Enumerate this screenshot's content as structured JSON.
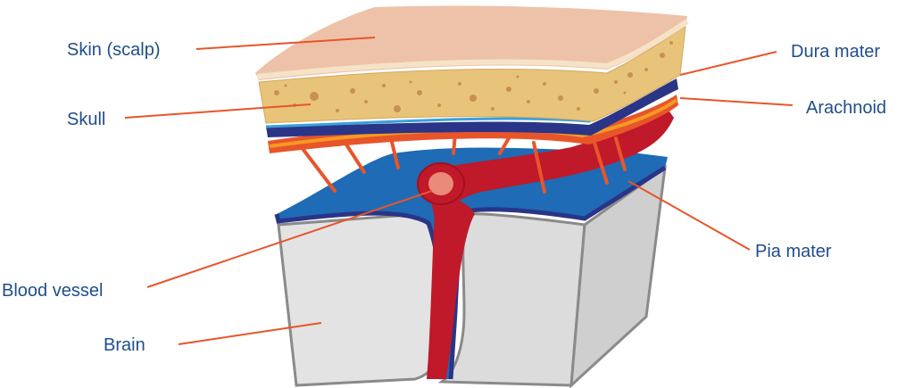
{
  "labels": {
    "skin": "Skin (scalp)",
    "skull": "Skull",
    "blood_vessel": "Blood vessel",
    "brain": "Brain",
    "dura": "Dura mater",
    "arachnoid": "Arachnoid",
    "pia": "Pia mater"
  },
  "colors": {
    "skin": "#eec2a8",
    "skin_edge": "#f5e3c8",
    "skull": "#e8c47a",
    "skull_pores": "#c98f55",
    "dura": "#2a3587",
    "arachnoid": "#e8552a",
    "arachnoid_inner": "#f59a23",
    "pia": "#1f6bb5",
    "vessel": "#c0192a",
    "vessel_lumen": "#e98a7a",
    "brain": "#e3e3e3",
    "brain_outline": "#8a8a8a",
    "label_text": "#1f4e8c",
    "leader": "#e8552a"
  }
}
